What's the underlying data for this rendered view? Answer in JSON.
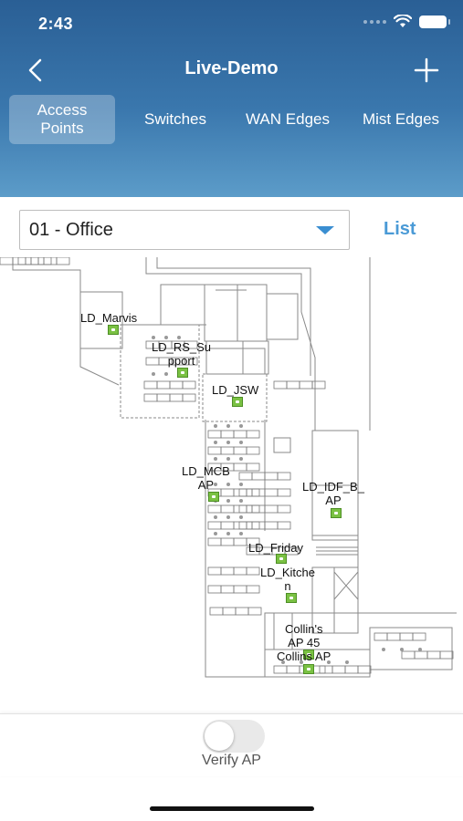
{
  "status_bar": {
    "time": "2:43"
  },
  "nav": {
    "title": "Live-Demo",
    "back_icon": "chevron-left-icon",
    "add_icon": "plus-icon"
  },
  "tabs": [
    {
      "label": "Access\nPoints",
      "active": true
    },
    {
      "label": "Switches",
      "active": false
    },
    {
      "label": "WAN Edges",
      "active": false
    },
    {
      "label": "Mist Edges",
      "active": false
    }
  ],
  "filter": {
    "site_value": "01 - Office",
    "list_label": "List"
  },
  "access_points": [
    {
      "name": "LD_Marvis"
    },
    {
      "name": "LD_RS_Su\npport"
    },
    {
      "name": "LD_JSW"
    },
    {
      "name": "LD_MCB\nAP"
    },
    {
      "name": "LD_IDF_B_\nAP"
    },
    {
      "name": "LD_Friday"
    },
    {
      "name": "LD_Kitche\nn"
    },
    {
      "name": "Collin's\nAP 45"
    },
    {
      "name": "Collins AP"
    }
  ],
  "verify": {
    "label": "Verify AP",
    "enabled": false
  },
  "colors": {
    "accent": "#4a9ad6",
    "ap_marker": "#7ac143",
    "header_top": "#2a5f95"
  }
}
